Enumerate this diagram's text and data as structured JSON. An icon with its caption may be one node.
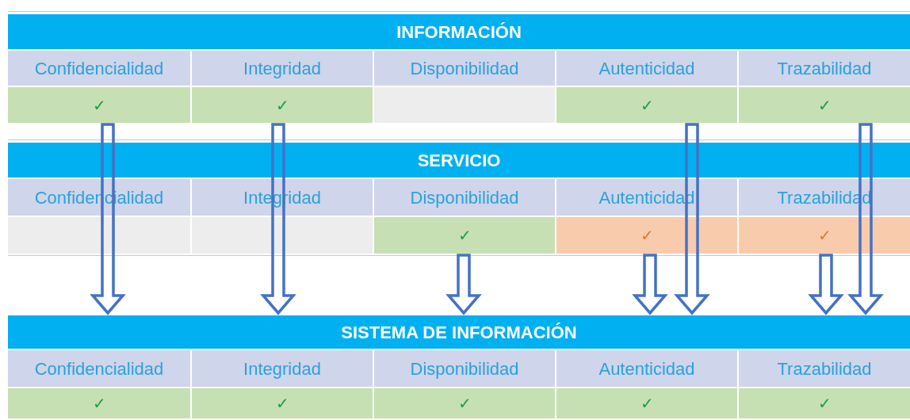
{
  "diagram": {
    "nodes": [
      {
        "text": [
          "INFORMACIÓN"
        ]
      },
      {
        "text": [
          "Confidencialidad"
        ]
      },
      {
        "text": [
          "Integridad"
        ]
      },
      {
        "text": [
          "Disponibilidad"
        ]
      },
      {
        "text": [
          "Autenticidad"
        ]
      },
      {
        "text": [
          "Trazabilidad"
        ]
      },
      {
        "text": [
          "✓"
        ]
      },
      {
        "text": [
          "✓"
        ]
      },
      {
        "text": [],
        "shape": "box"
      },
      {
        "text": [
          "✓"
        ]
      },
      {
        "text": [
          "✓"
        ]
      },
      {
        "text": [
          "SERVICIO"
        ]
      },
      {
        "text": [
          "Confidencialidad"
        ]
      },
      {
        "text": [
          "Integridad"
        ]
      },
      {
        "text": [
          "Disponibilidad"
        ]
      },
      {
        "text": [
          "Autenticidad"
        ]
      },
      {
        "text": [
          "Trazabilidad"
        ]
      },
      {
        "text": [],
        "shape": "box"
      },
      {
        "text": [],
        "shape": "box"
      },
      {
        "text": [
          "✓"
        ]
      },
      {
        "text": [
          "✓"
        ]
      },
      {
        "text": [
          "✓"
        ]
      },
      {
        "text": [
          "SISTEMA DE INFORMACIÓN"
        ]
      },
      {
        "text": [
          "Confidencialidad"
        ]
      },
      {
        "text": [
          "Integridad"
        ]
      },
      {
        "text": [
          "Disponibilidad"
        ]
      },
      {
        "text": [
          "Autenticidad"
        ]
      },
      {
        "text": [
          "Trazabilidad"
        ]
      },
      {
        "text": [
          "✓"
        ]
      },
      {
        "text": [
          "✓"
        ]
      },
      {
        "text": [
          "✓"
        ]
      },
      {
        "text": [
          "✓"
        ]
      },
      {
        "text": [
          "✓"
        ]
      }
    ],
    "edges": [
      {
        "from": 6,
        "to": 22,
        "arrow": "to"
      },
      {
        "from": 7,
        "to": 22,
        "arrow": "to"
      },
      {
        "from": 19,
        "to": 22,
        "arrow": "to"
      },
      {
        "from": 20,
        "to": 22,
        "arrow": "to"
      },
      {
        "from": 9,
        "to": 22,
        "arrow": "to"
      },
      {
        "from": 21,
        "to": 22,
        "arrow": "to"
      },
      {
        "from": 10,
        "to": 22,
        "arrow": "to"
      }
    ]
  }
}
